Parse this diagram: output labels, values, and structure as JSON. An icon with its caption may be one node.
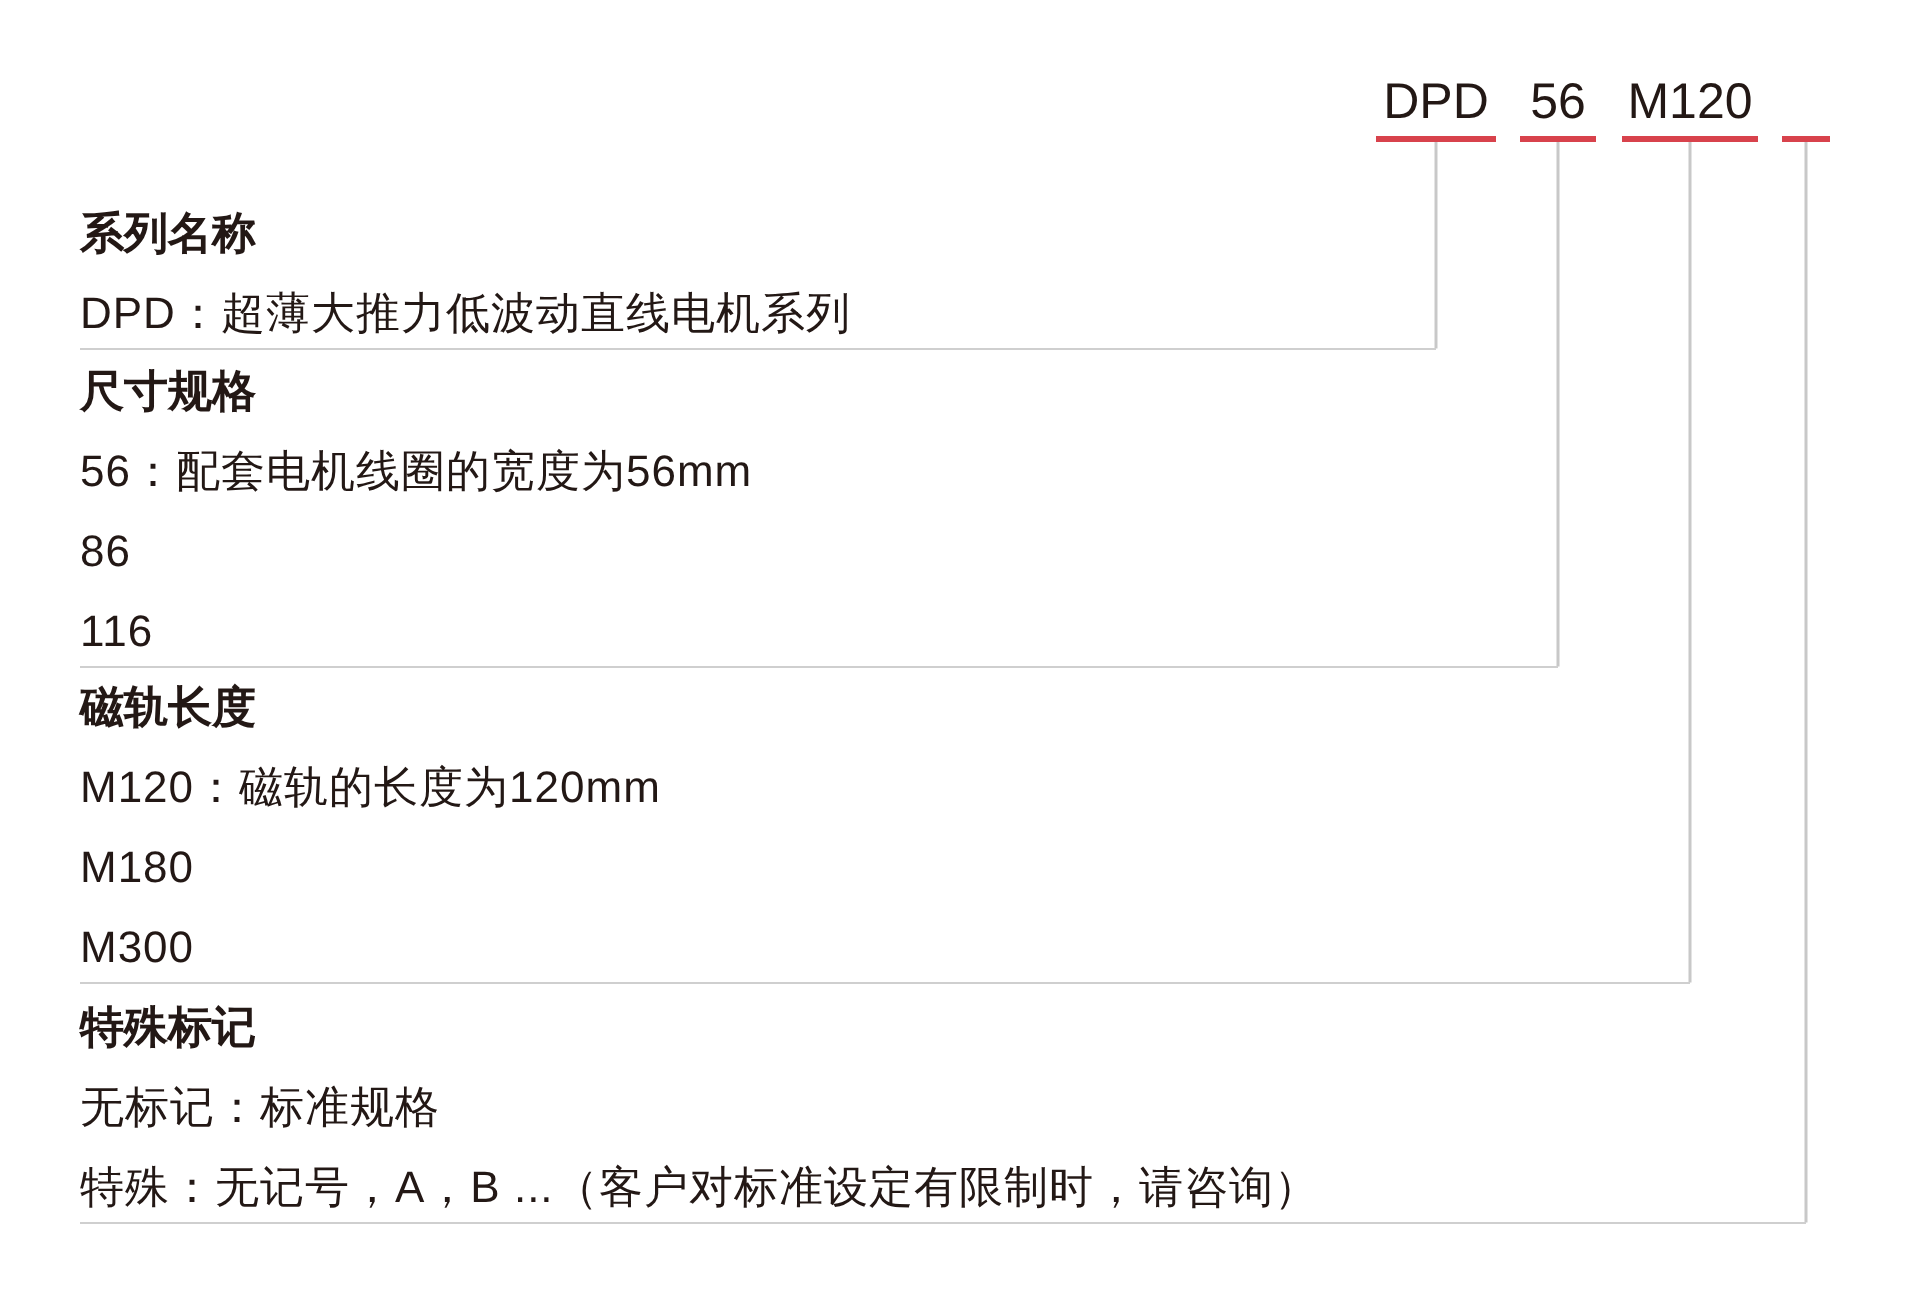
{
  "diagram": {
    "nodes": [
      {
        "text": [
          "DPD"
        ]
      },
      {
        "text": [
          "56"
        ]
      },
      {
        "text": [
          "M120"
        ]
      },
      {
        "text": [],
        "shape": "bar"
      },
      {
        "text": [
          "系列名称",
          "DPD：超薄大推力低波动直线电机系列"
        ]
      },
      {
        "text": [
          "尺寸规格",
          "56：配套电机线圈的宽度为56mm",
          "86",
          "116"
        ]
      },
      {
        "text": [
          "磁轨长度",
          "M120：磁轨的长度为120mm",
          "M180",
          "M300"
        ]
      },
      {
        "text": [
          "特殊标记",
          "无标记：标准规格",
          "特殊：无记号，A，B ...（客户对标准设定有限制时，请咨询）"
        ]
      }
    ],
    "edges": [
      {
        "from": 0,
        "to": 4,
        "arrow": "none"
      },
      {
        "from": 1,
        "to": 5,
        "arrow": "none"
      },
      {
        "from": 2,
        "to": 6,
        "arrow": "none"
      },
      {
        "from": 3,
        "to": 7,
        "arrow": "none"
      }
    ]
  }
}
